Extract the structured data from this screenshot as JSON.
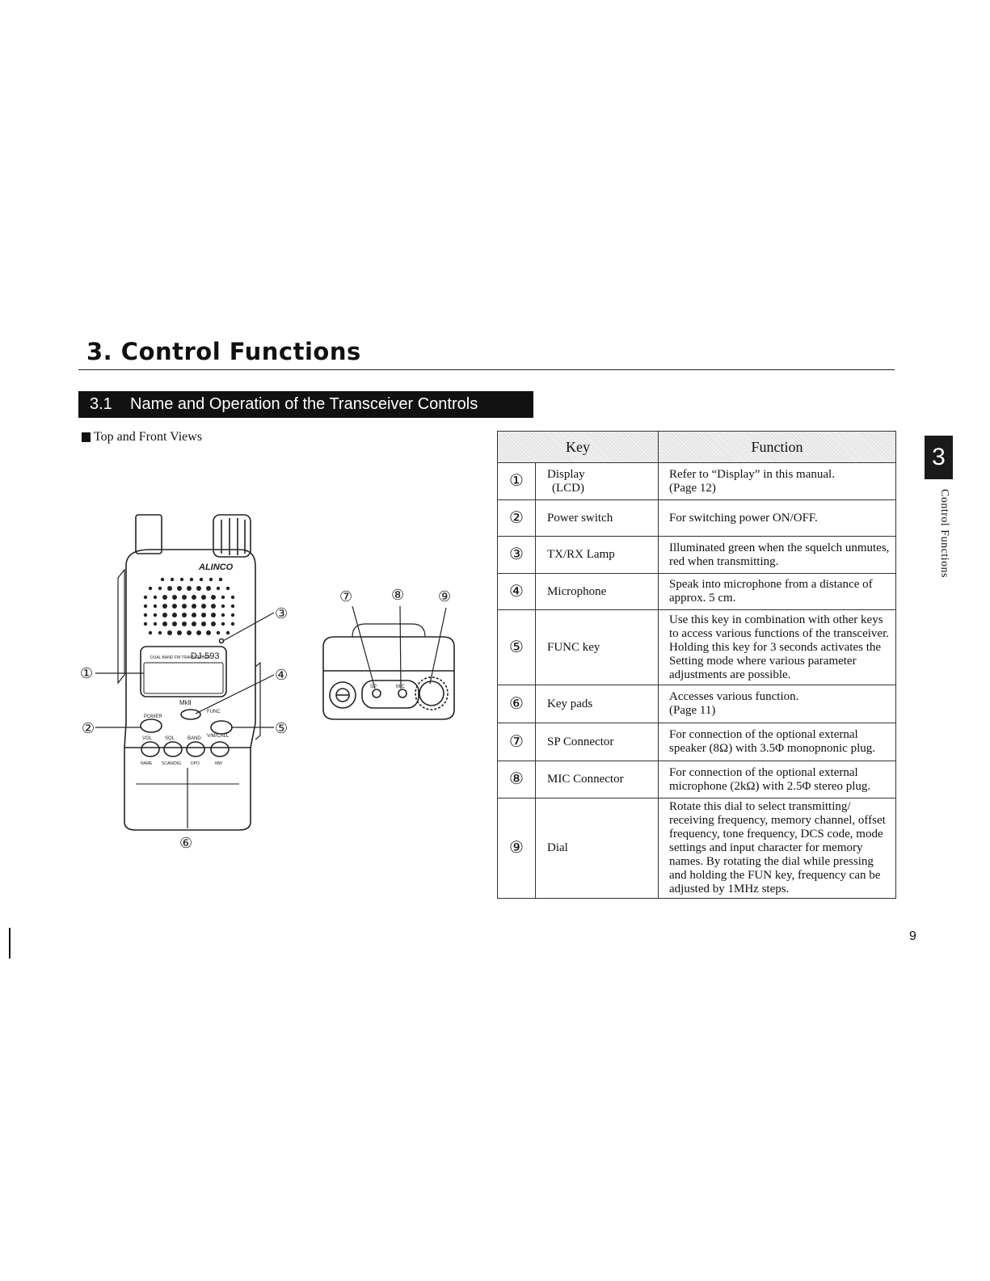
{
  "page": {
    "chapter_title": "3. Control Functions",
    "section_number": "3.1",
    "section_title": "Name and Operation of the Transceiver Controls",
    "view_label": "Top and Front Views",
    "side_tab_number": "3",
    "side_tab_label": "Control Functions",
    "page_number": "9"
  },
  "figure": {
    "brand": "ALINCO",
    "model_small": "DUAL BAND FM TRANSCEIVER",
    "model": "DJ-593",
    "mk": "MkⅡ",
    "label_power": "POWER",
    "label_func": "FUNC",
    "label_vol": "VOL",
    "label_sql": "SQL",
    "label_band": "BAND",
    "label_vmcall": "V/M/CALL",
    "label_name": "NAME",
    "label_scan": "SCAN/DIG",
    "label_dpo": "DPO",
    "label_mw": "MW",
    "label_sp": "SP",
    "label_mic": "MIC",
    "callouts_main": [
      "①",
      "②",
      "③",
      "④",
      "⑤",
      "⑥"
    ],
    "callouts_top": [
      "⑦",
      "⑧",
      "⑨"
    ]
  },
  "table": {
    "headers": {
      "key": "Key",
      "function": "Function"
    },
    "rows": [
      {
        "num": "①",
        "key": "Display",
        "key_sub": "(LCD)",
        "function": "Refer to “Display” in this manual.",
        "function_sub": "(Page 12)"
      },
      {
        "num": "②",
        "key": "Power switch",
        "function": "For switching power ON/OFF."
      },
      {
        "num": "③",
        "key": "TX/RX Lamp",
        "function": "Illuminated green when the squelch unmutes, red when transmitting."
      },
      {
        "num": "④",
        "key": "Microphone",
        "function": "Speak into microphone from a distance of approx. 5 cm."
      },
      {
        "num": "⑤",
        "key": "FUNC key",
        "function": "Use this key in combination with other keys to access various functions of the transceiver. Holding this key for 3 seconds activates the Setting mode where various parameter adjustments are possible."
      },
      {
        "num": "⑥",
        "key": "Key pads",
        "function": "Accesses various function.",
        "function_sub": "(Page 11)"
      },
      {
        "num": "⑦",
        "key": "SP Connector",
        "function": "For connection of the optional external speaker (8Ω) with 3.5Φ monopnonic plug."
      },
      {
        "num": "⑧",
        "key": "MIC Connector",
        "function": "For connection of the optional external microphone (2kΩ) with 2.5Φ stereo plug."
      },
      {
        "num": "⑨",
        "key": "Dial",
        "function": "Rotate this dial to select transmitting/ receiving frequency, memory channel, offset frequency, tone frequency, DCS code, mode settings and input character for memory names. By rotating the dial while pressing and holding the FUN key, frequency can be adjusted by 1MHz steps."
      }
    ]
  }
}
